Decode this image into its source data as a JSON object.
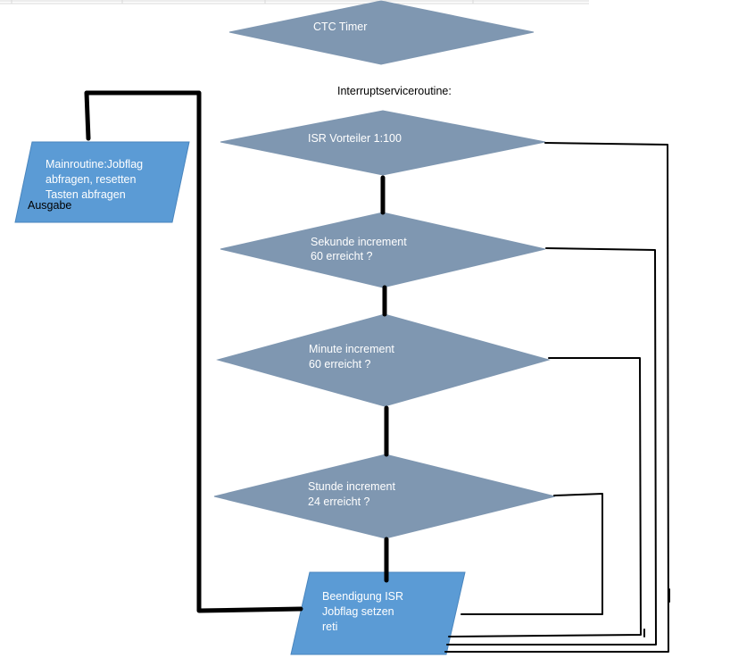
{
  "diagram": {
    "nodes": {
      "ctc_timer": {
        "lines": [
          "CTC Timer"
        ]
      },
      "isr_title": {
        "lines": [
          "Interruptserviceroutine:"
        ]
      },
      "isr_vorteiler": {
        "lines": [
          "ISR Vorteiler 1:100"
        ]
      },
      "sekunde": {
        "lines": [
          "Sekunde increment",
          "60 erreicht ?"
        ]
      },
      "minute": {
        "lines": [
          "Minute increment",
          "60 erreicht ?"
        ]
      },
      "stunde": {
        "lines": [
          "Stunde increment",
          "24 erreicht ?"
        ]
      },
      "beendigung": {
        "lines": [
          "Beendigung ISR",
          "Jobflag setzen",
          "reti"
        ]
      },
      "mainroutine": {
        "lines": [
          "Mainroutine:Jobflag",
          "abfragen, resetten",
          "Tasten abfragen"
        ]
      },
      "ausgabe": {
        "lines": [
          "Ausgabe"
        ]
      }
    },
    "colors": {
      "decision_fill": "#7f97b1",
      "process_fill": "#5b9bd5",
      "shape_text": "#ffffff",
      "connector": "#000000",
      "gridline": "#d9d9d9"
    }
  }
}
